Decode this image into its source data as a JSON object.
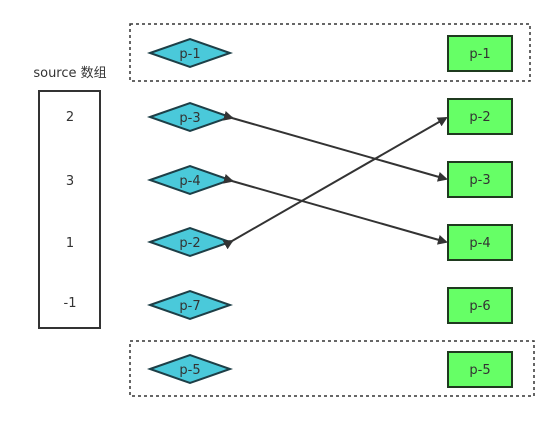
{
  "source_array": {
    "title": "source 数组",
    "values": [
      "2",
      "3",
      "1",
      "-1"
    ]
  },
  "old_nodes": [
    "p-1",
    "p-3",
    "p-4",
    "p-2",
    "p-7",
    "p-5"
  ],
  "new_nodes": [
    "p-1",
    "p-2",
    "p-3",
    "p-4",
    "p-6",
    "p-5"
  ],
  "colors": {
    "diamond_fill": "#4ac9da",
    "box_fill": "#66ff66",
    "line": "#333333"
  }
}
